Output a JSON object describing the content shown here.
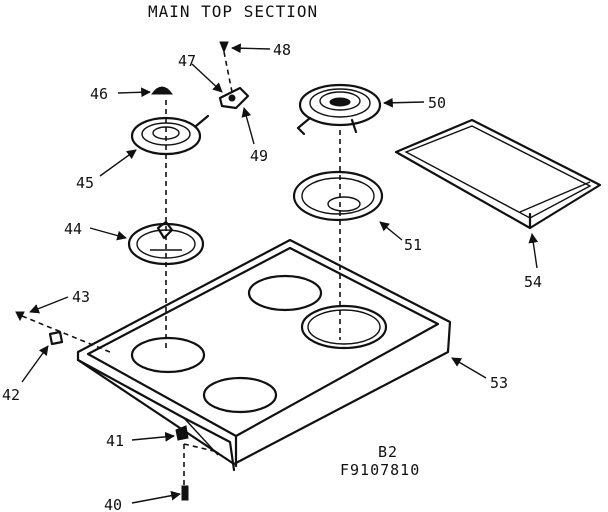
{
  "title": "MAIN TOP SECTION",
  "model": "B2",
  "code": "F9107810",
  "parts": {
    "p40": "40",
    "p41": "41",
    "p42": "42",
    "p43": "43",
    "p44": "44",
    "p45": "45",
    "p46": "46",
    "p47": "47",
    "p48": "48",
    "p49": "49",
    "p50": "50",
    "p51": "51",
    "p53": "53",
    "p54": "54"
  }
}
